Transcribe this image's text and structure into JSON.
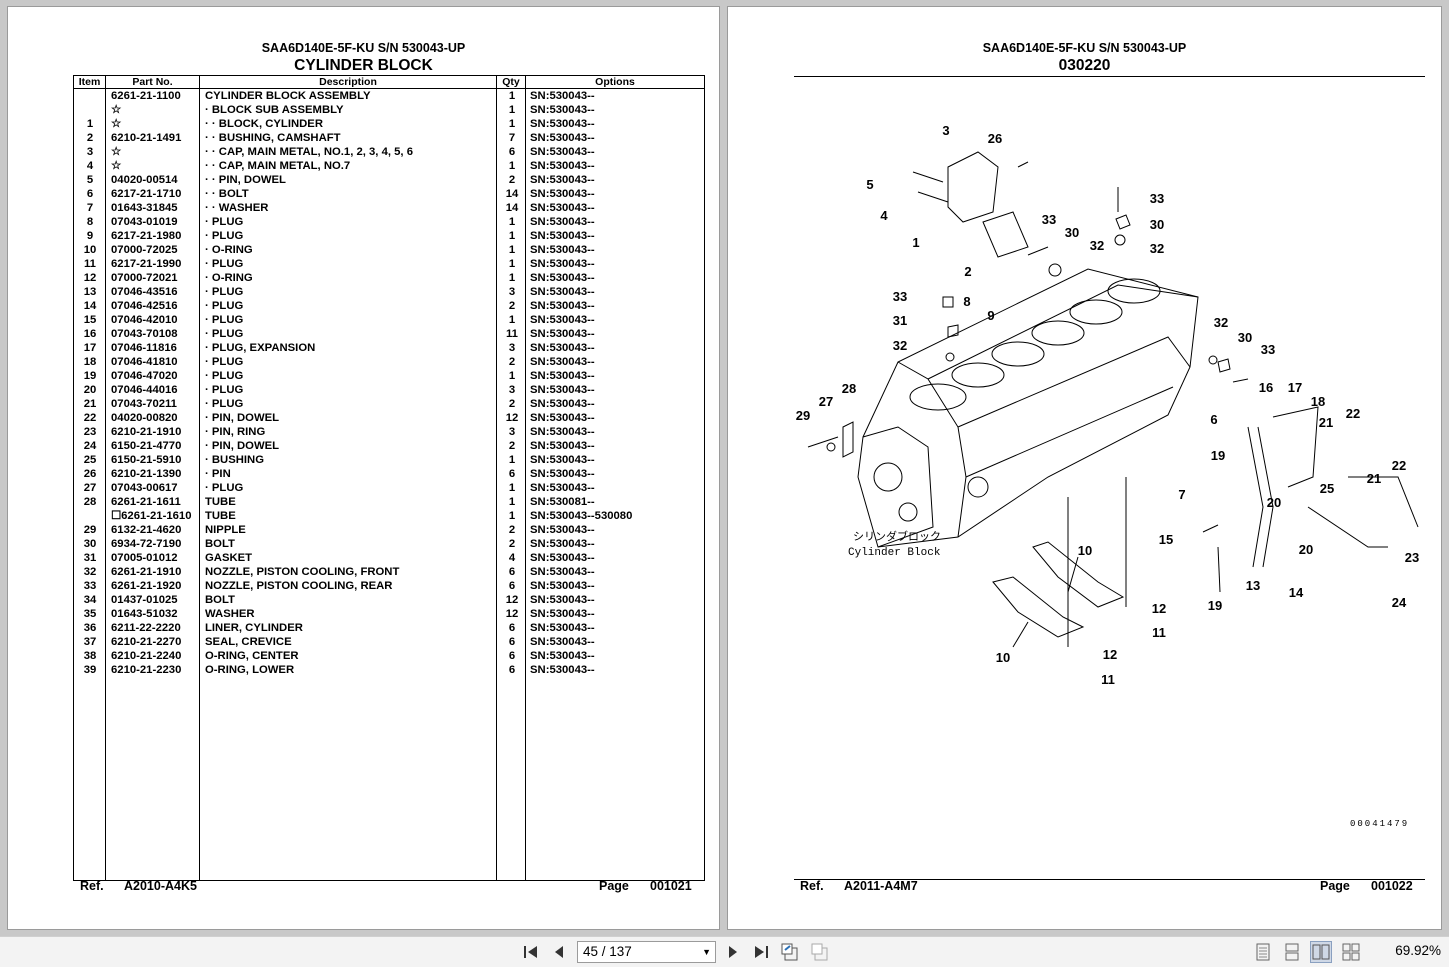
{
  "left_page": {
    "model": "SAA6D140E-5F-KU S/N 530043-UP",
    "title": "CYLINDER BLOCK",
    "columns": [
      "Item",
      "Part No.",
      "Description",
      "Qty",
      "Options"
    ],
    "rows": [
      [
        "",
        "6261-21-1100",
        "CYLINDER BLOCK ASSEMBLY",
        "1",
        "SN:530043--"
      ],
      [
        "",
        "☆",
        "· BLOCK SUB ASSEMBLY",
        "1",
        "SN:530043--"
      ],
      [
        "1",
        "☆",
        "· · BLOCK, CYLINDER",
        "1",
        "SN:530043--"
      ],
      [
        "2",
        "6210-21-1491",
        "· · BUSHING, CAMSHAFT",
        "7",
        "SN:530043--"
      ],
      [
        "3",
        "☆",
        "· · CAP, MAIN METAL, NO.1, 2, 3, 4, 5, 6",
        "6",
        "SN:530043--"
      ],
      [
        "4",
        "☆",
        "· · CAP, MAIN METAL, NO.7",
        "1",
        "SN:530043--"
      ],
      [
        "5",
        "04020-00514",
        "· · PIN, DOWEL",
        "2",
        "SN:530043--"
      ],
      [
        "6",
        "6217-21-1710",
        "· · BOLT",
        "14",
        "SN:530043--"
      ],
      [
        "7",
        "01643-31845",
        "· · WASHER",
        "14",
        "SN:530043--"
      ],
      [
        "8",
        "07043-01019",
        "· PLUG",
        "1",
        "SN:530043--"
      ],
      [
        "9",
        "6217-21-1980",
        "· PLUG",
        "1",
        "SN:530043--"
      ],
      [
        "10",
        "07000-72025",
        "· O-RING",
        "1",
        "SN:530043--"
      ],
      [
        "11",
        "6217-21-1990",
        "· PLUG",
        "1",
        "SN:530043--"
      ],
      [
        "12",
        "07000-72021",
        "· O-RING",
        "1",
        "SN:530043--"
      ],
      [
        "13",
        "07046-43516",
        "· PLUG",
        "3",
        "SN:530043--"
      ],
      [
        "14",
        "07046-42516",
        "· PLUG",
        "2",
        "SN:530043--"
      ],
      [
        "15",
        "07046-42010",
        "· PLUG",
        "1",
        "SN:530043--"
      ],
      [
        "16",
        "07043-70108",
        "· PLUG",
        "11",
        "SN:530043--"
      ],
      [
        "17",
        "07046-11816",
        "· PLUG, EXPANSION",
        "3",
        "SN:530043--"
      ],
      [
        "18",
        "07046-41810",
        "· PLUG",
        "2",
        "SN:530043--"
      ],
      [
        "19",
        "07046-47020",
        "· PLUG",
        "1",
        "SN:530043--"
      ],
      [
        "20",
        "07046-44016",
        "· PLUG",
        "3",
        "SN:530043--"
      ],
      [
        "21",
        "07043-70211",
        "· PLUG",
        "2",
        "SN:530043--"
      ],
      [
        "22",
        "04020-00820",
        "· PIN, DOWEL",
        "12",
        "SN:530043--"
      ],
      [
        "23",
        "6210-21-1910",
        "· PIN, RING",
        "3",
        "SN:530043--"
      ],
      [
        "24",
        "6150-21-4770",
        "· PIN, DOWEL",
        "2",
        "SN:530043--"
      ],
      [
        "25",
        "6150-21-5910",
        "· BUSHING",
        "1",
        "SN:530043--"
      ],
      [
        "26",
        "6210-21-1390",
        "· PIN",
        "6",
        "SN:530043--"
      ],
      [
        "27",
        "07043-00617",
        "· PLUG",
        "1",
        "SN:530043--"
      ],
      [
        "28",
        "6261-21-1611",
        "TUBE",
        "1",
        "SN:530081--"
      ],
      [
        "",
        "☐6261-21-1610",
        "TUBE",
        "1",
        "SN:530043--530080"
      ],
      [
        "29",
        "6132-21-4620",
        "NIPPLE",
        "2",
        "SN:530043--"
      ],
      [
        "30",
        "6934-72-7190",
        "BOLT",
        "2",
        "SN:530043--"
      ],
      [
        "31",
        "07005-01012",
        "GASKET",
        "4",
        "SN:530043--"
      ],
      [
        "32",
        "6261-21-1910",
        "NOZZLE, PISTON COOLING, FRONT",
        "6",
        "SN:530043--"
      ],
      [
        "33",
        "6261-21-1920",
        "NOZZLE, PISTON COOLING, REAR",
        "6",
        "SN:530043--"
      ],
      [
        "34",
        "01437-01025",
        "BOLT",
        "12",
        "SN:530043--"
      ],
      [
        "35",
        "01643-51032",
        "WASHER",
        "12",
        "SN:530043--"
      ],
      [
        "36",
        "6211-22-2220",
        "LINER, CYLINDER",
        "6",
        "SN:530043--"
      ],
      [
        "37",
        "6210-21-2270",
        "SEAL, CREVICE",
        "6",
        "SN:530043--"
      ],
      [
        "38",
        "6210-21-2240",
        "O-RING, CENTER",
        "6",
        "SN:530043--"
      ],
      [
        "39",
        "6210-21-2230",
        "O-RING, LOWER",
        "6",
        "SN:530043--"
      ]
    ],
    "footer": {
      "ref_label": "Ref.",
      "ref_value": "A2010-A4K5",
      "page_label": "Page",
      "page_value": "001021"
    }
  },
  "right_page": {
    "model": "SAA6D140E-5F-KU S/N 530043-UP",
    "title": "030220",
    "diagram_label_jp": "シリンダブロック",
    "diagram_label_en": "Cylinder Block",
    "serial": "00041479",
    "callouts": [
      "3",
      "26",
      "5",
      "4",
      "1",
      "2",
      "33",
      "30",
      "32",
      "33",
      "30",
      "32",
      "33",
      "8",
      "9",
      "31",
      "32",
      "32",
      "30",
      "33",
      "16",
      "17",
      "18",
      "21",
      "22",
      "29",
      "27",
      "28",
      "6",
      "19",
      "7",
      "20",
      "25",
      "21",
      "22",
      "15",
      "10",
      "20",
      "23",
      "13",
      "14",
      "19",
      "24",
      "12",
      "11",
      "10",
      "12",
      "11"
    ],
    "footer": {
      "ref_label": "Ref.",
      "ref_value": "A2011-A4M7",
      "page_label": "Page",
      "page_value": "001022"
    }
  },
  "toolbar": {
    "page_indicator": "45 / 137",
    "zoom": "69.92%",
    "icons": [
      "first-page-icon",
      "prev-page-icon",
      "next-page-icon",
      "last-page-icon",
      "previous-view-icon",
      "next-view-icon",
      "single-page-icon",
      "continuous-icon",
      "facing-icon",
      "continuous-facing-icon"
    ]
  }
}
